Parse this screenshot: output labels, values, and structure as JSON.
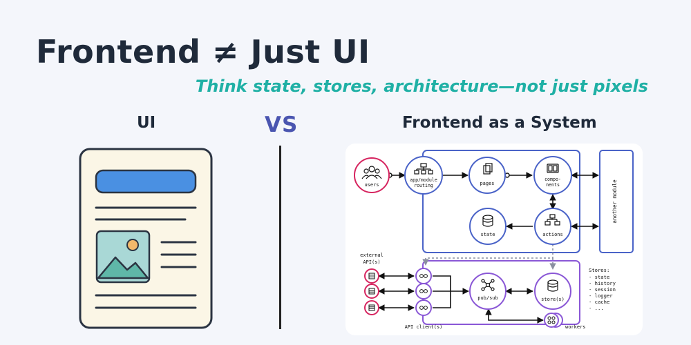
{
  "heading": {
    "title": "Frontend ≠ Just UI",
    "subtitle": "Think state, stores, architecture—not just pixels"
  },
  "left": {
    "label": "UI"
  },
  "vs": "VS",
  "right": {
    "label": "Frontend as a System",
    "nodes": {
      "users": "users",
      "routing_1": "app/module",
      "routing_2": "routing",
      "pages": "pages",
      "components_1": "compo-",
      "components_2": "nents",
      "state": "state",
      "actions": "actions",
      "another_module": "another module",
      "external_1": "external",
      "external_2": "API(s)",
      "pubsub": "pub/sub",
      "stores": "store(s)",
      "api_clients": "API client(s)",
      "workers": "workers"
    },
    "stores_list": {
      "title": "Stores:",
      "items": [
        "- state",
        "- history",
        "- session",
        "- logger",
        "- cache",
        "- ..."
      ]
    }
  },
  "colors": {
    "accent_teal": "#1fb0a5",
    "vs_blue": "#4a55b0",
    "module_blue": "#4a63c8",
    "external_pink": "#d6245f",
    "store_purple": "#8a57d6",
    "ui_blue": "#4a90e2"
  }
}
